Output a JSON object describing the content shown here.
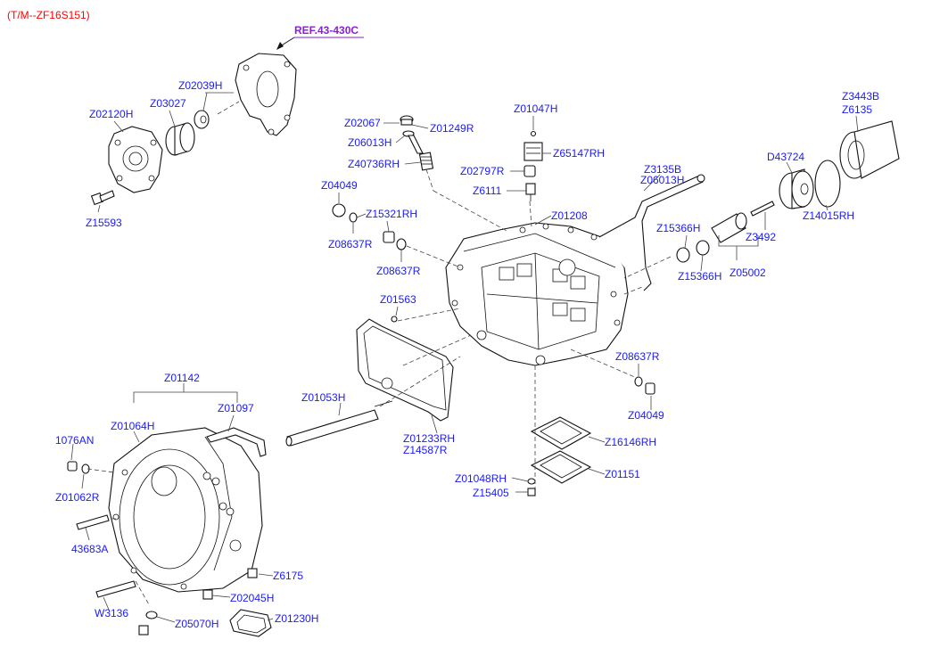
{
  "header": {
    "model_code": "(T/M--ZF16S151)"
  },
  "reference": {
    "label": "REF.43-430C"
  },
  "callouts": [
    {
      "id": "Z02120H"
    },
    {
      "id": "Z03027"
    },
    {
      "id": "Z02039H"
    },
    {
      "id": "Z15593"
    },
    {
      "id": "Z02067"
    },
    {
      "id": "Z01249R"
    },
    {
      "id": "Z06013H"
    },
    {
      "id": "Z40736RH"
    },
    {
      "id": "Z01047H"
    },
    {
      "id": "Z65147RH"
    },
    {
      "id": "Z02797R"
    },
    {
      "id": "Z6111"
    },
    {
      "id": "Z04049"
    },
    {
      "id": "Z15321RH"
    },
    {
      "id": "Z08637R"
    },
    {
      "id": "Z08637R"
    },
    {
      "id": "Z01208"
    },
    {
      "id": "Z3135B"
    },
    {
      "id": "Z06013H"
    },
    {
      "id": "Z15366H"
    },
    {
      "id": "Z15366H"
    },
    {
      "id": "Z3492"
    },
    {
      "id": "Z05002"
    },
    {
      "id": "D43724"
    },
    {
      "id": "Z3443B"
    },
    {
      "id": "Z6135"
    },
    {
      "id": "Z14015RH"
    },
    {
      "id": "Z01563"
    },
    {
      "id": "Z08637R"
    },
    {
      "id": "Z04049"
    },
    {
      "id": "Z01142"
    },
    {
      "id": "Z01064H"
    },
    {
      "id": "Z01097"
    },
    {
      "id": "Z01053H"
    },
    {
      "id": "Z01233RH"
    },
    {
      "id": "Z14587R"
    },
    {
      "id": "Z16146RH"
    },
    {
      "id": "Z01048RH"
    },
    {
      "id": "Z01151"
    },
    {
      "id": "Z15405"
    },
    {
      "id": "1076AN"
    },
    {
      "id": "Z01062R"
    },
    {
      "id": "43683A"
    },
    {
      "id": "Z6175"
    },
    {
      "id": "Z02045H"
    },
    {
      "id": "W3136"
    },
    {
      "id": "Z05070H"
    },
    {
      "id": "Z01230H"
    }
  ]
}
